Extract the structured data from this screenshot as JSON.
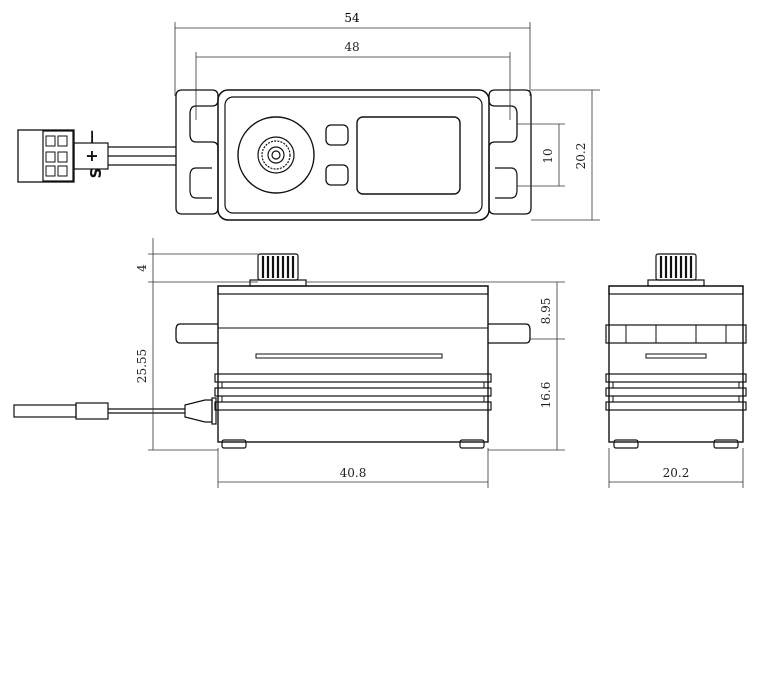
{
  "top_view": {
    "overall_width": "54",
    "hole_spacing": "48",
    "height": "20.2",
    "slot_width": "10",
    "connector_labels": {
      "signal": "S",
      "plus": "+",
      "minus": "—"
    }
  },
  "front_view": {
    "spline_height": "4",
    "body_height": "25.55",
    "top_section": "8.95",
    "lower_section": "16.6",
    "body_width": "40.8"
  },
  "side_view": {
    "width": "20.2"
  }
}
